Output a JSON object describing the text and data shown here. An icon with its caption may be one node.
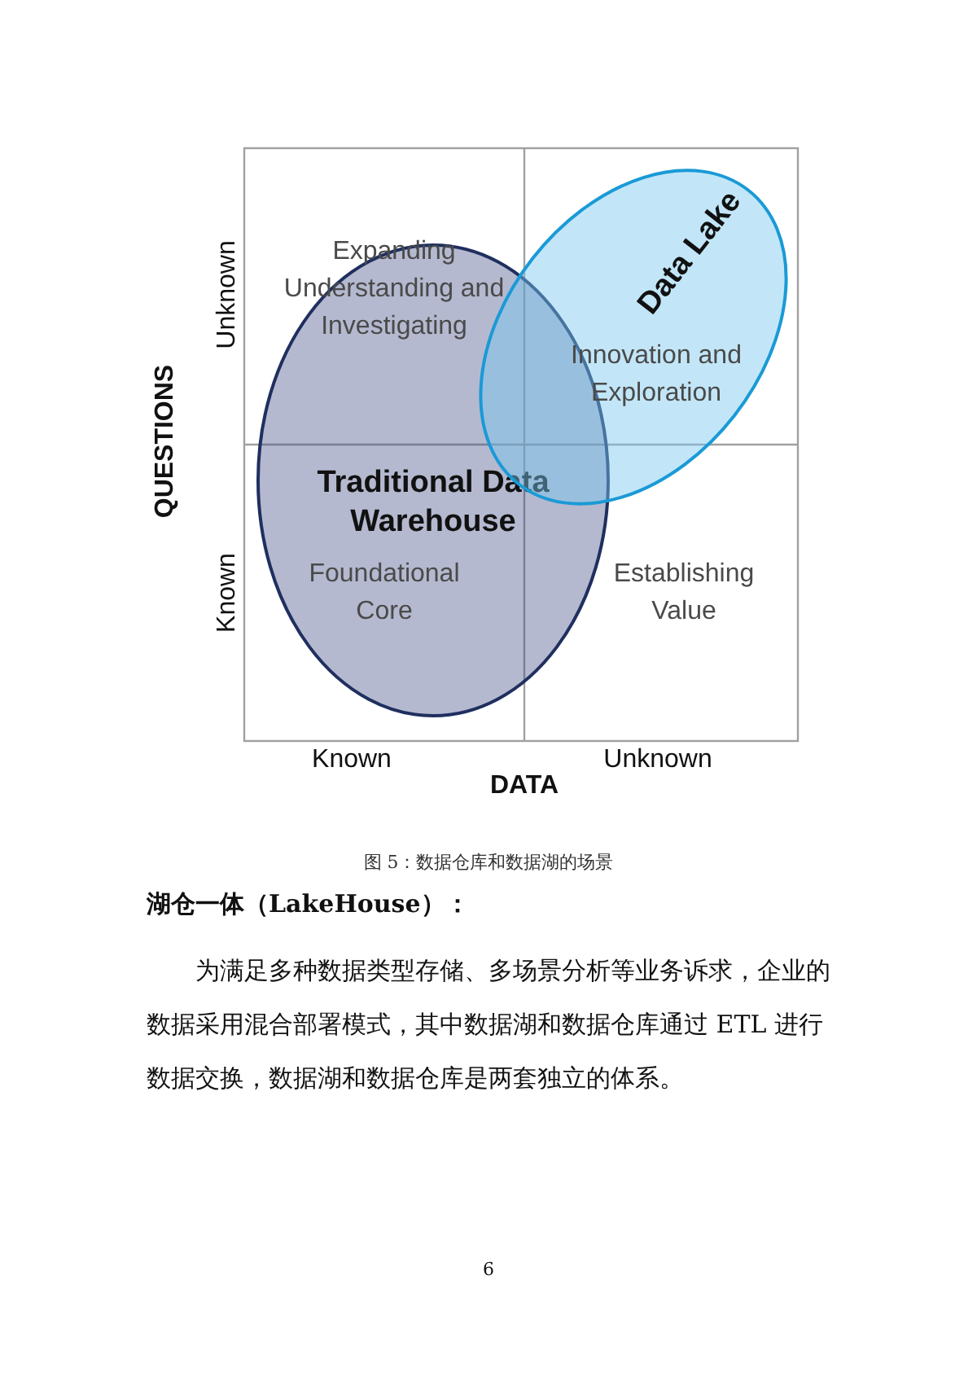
{
  "diagram": {
    "caption": "图 5：数据仓库和数据湖的场景",
    "nodes": [
      {
        "text": [
          "Traditional Data Warehouse"
        ]
      },
      {
        "text": [
          "Data Lake"
        ]
      }
    ],
    "labels": [
      "Expanding Understanding and Investigating",
      "Innovation and Exploration",
      "Foundational Core",
      "Establishing Value",
      "Unknown",
      "QUESTIONS",
      "Known",
      "Known",
      "Unknown",
      "DATA",
      "湖仓一体（LakeHouse）：",
      "为满足多种数据类型存储、多场景分析等业务诉求，企业的数据采用混合部署模式，其中数据湖和数据仓库通过 ETL 进行数据交换，数据湖和数据仓库是两套独立的体系。",
      "6"
    ]
  }
}
